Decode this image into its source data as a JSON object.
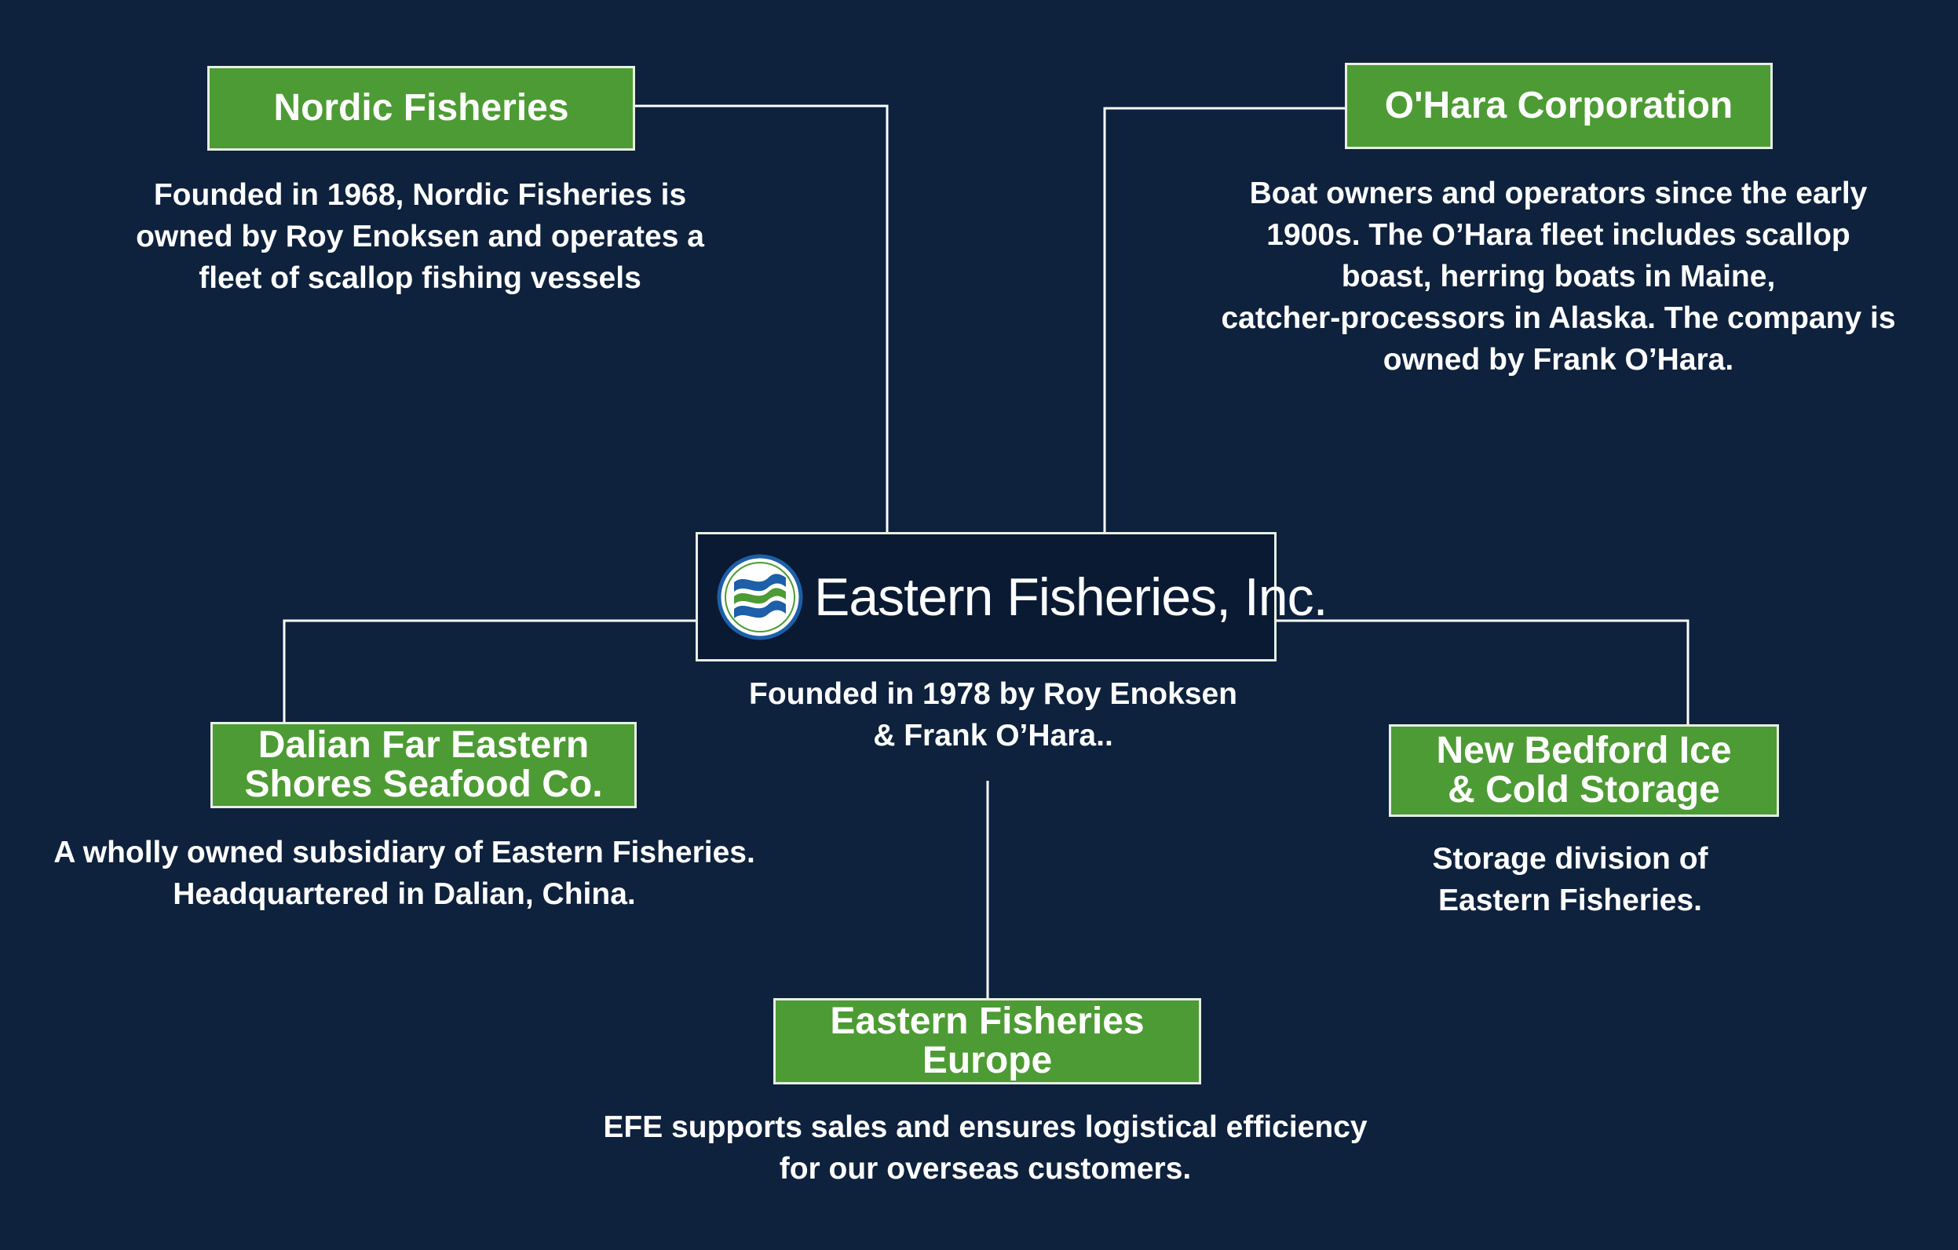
{
  "center": {
    "title": "Eastern Fisheries, Inc.",
    "description": "Founded in 1978 by Roy Enoksen\n& Frank O’Hara..",
    "logo_icon": "wave-flag-logo-icon"
  },
  "nodes": {
    "nordic": {
      "title": "Nordic Fisheries",
      "description": "Founded in 1968, Nordic Fisheries is\nowned by Roy Enoksen and operates a\nfleet of scallop fishing vessels"
    },
    "ohara": {
      "title": "O'Hara Corporation",
      "description": "Boat owners and operators since the early\n1900s. The O’Hara fleet includes scallop\nboast, herring boats in Maine,\ncatcher-processors in Alaska. The company is\nowned by Frank O’Hara."
    },
    "dalian": {
      "title": "Dalian Far Eastern\nShores Seafood Co.",
      "description": "A wholly owned subsidiary of Eastern Fisheries.\nHeadquartered in Dalian, China."
    },
    "new_bedford": {
      "title": "New Bedford Ice\n& Cold Storage",
      "description": "Storage division of\nEastern Fisheries."
    },
    "europe": {
      "title": "Eastern Fisheries\nEurope",
      "description": "EFE supports sales and ensures logistical efficiency\nfor our overseas customers."
    }
  },
  "colors": {
    "background": "#0e213d",
    "node_fill": "#4d9b34",
    "center_fill": "#0a1a33",
    "connector": "#ffffff",
    "logo_blue": "#1d5fa8",
    "logo_green": "#4d9b34"
  }
}
